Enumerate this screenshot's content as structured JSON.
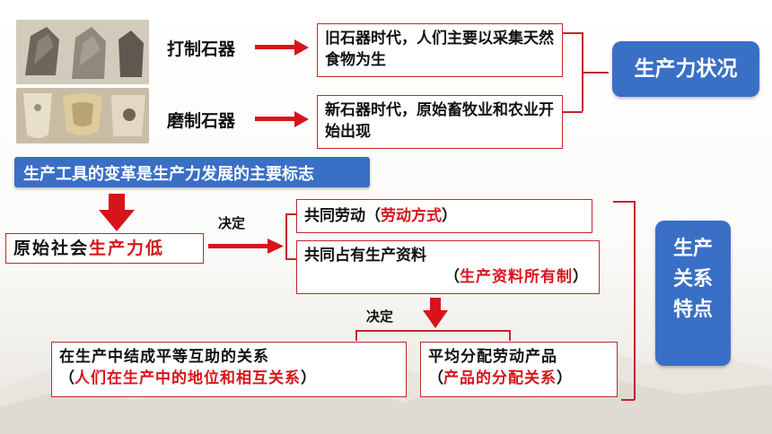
{
  "colors": {
    "accent_red": "#d7141b",
    "border_red": "#c0272d",
    "blue": "#3a6fc6"
  },
  "tools": {
    "chipped_label": "打制石器",
    "polished_label": "磨制石器"
  },
  "eras": {
    "paleolithic": "旧石器时代，人们主要以采集天然食物为生",
    "neolithic": "新石器时代，原始畜牧业和农业开始出现"
  },
  "productivity_status": "生产力状况",
  "tool_change_banner": "生产工具的变革是生产力发展的主要标志",
  "primitive_society": {
    "prefix": "原始社会",
    "highlight": "生产力低"
  },
  "decide_label": "决定",
  "relations": {
    "labor": {
      "text": "共同劳动（",
      "highlight": "劳动方式",
      "close": "）"
    },
    "ownership": {
      "text": "共同占有生产资料",
      "open": "（",
      "highlight": "生产资料所有制",
      "close": "）"
    },
    "equal": {
      "text": "在生产中结成平等互助的关系",
      "open": "（",
      "highlight": "人们在生产中的地位和相互关系",
      "close": "）"
    },
    "distribution": {
      "text": "平均分配劳动产品",
      "open": "（",
      "highlight": "产品的分配关系",
      "close": "）"
    }
  },
  "relations_features": "生产关系特点"
}
